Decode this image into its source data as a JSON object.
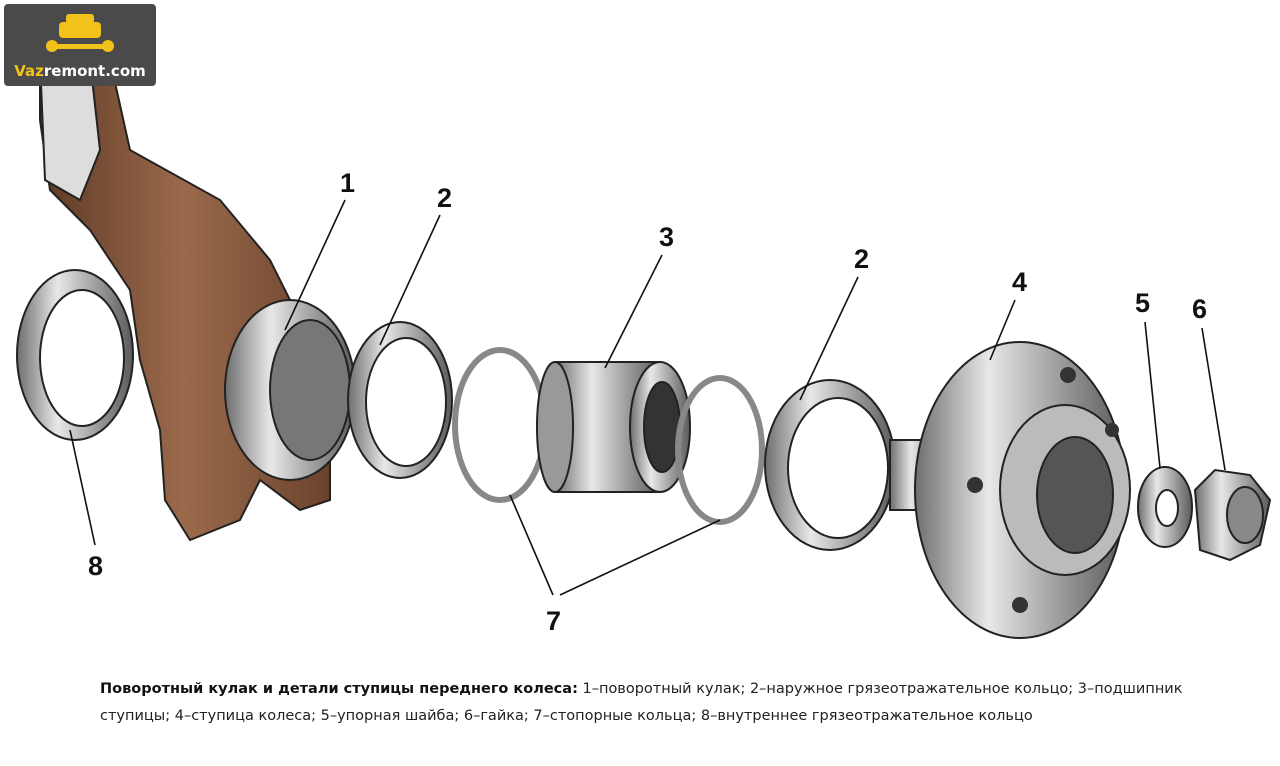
{
  "logo": {
    "prefix": "Vaz",
    "suffix": "remont.com",
    "accent_color": "#f2c21b"
  },
  "labels": {
    "knuckle": "1",
    "outer_ring_left": "2",
    "bearing": "3",
    "outer_ring_right": "2",
    "hub": "4",
    "washer": "5",
    "nut": "6",
    "retaining_rings": "7",
    "inner_ring": "8"
  },
  "caption": {
    "title": "Поворотный кулак и детали ступицы переднего колеса:",
    "text": " 1–поворотный кулак; 2–наружное грязеотражательное кольцо; 3–подшипник ступицы; 4–ступица колеса; 5–упорная шайба; 6–гайка; 7–стопорные кольца; 8–внутреннее грязеотражательное кольцо"
  },
  "colors": {
    "knuckle": "#8a5a3e",
    "metal": "#b8b8b8"
  }
}
